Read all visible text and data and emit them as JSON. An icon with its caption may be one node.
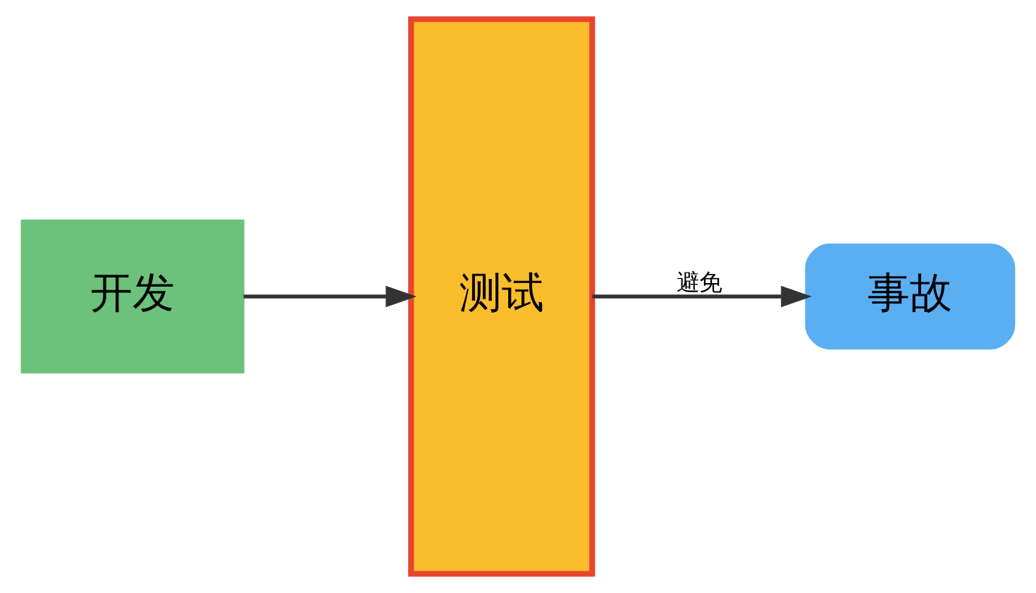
{
  "diagram": {
    "nodes": [
      {
        "text": [
          "开发"
        ]
      },
      {
        "text": [
          "测试"
        ]
      },
      {
        "text": [
          "事故"
        ]
      }
    ],
    "edges": [
      {
        "from": 0,
        "to": 1,
        "arrow": "to"
      },
      {
        "from": 1,
        "to": 2,
        "arrow": "to",
        "label": "避免"
      }
    ]
  }
}
